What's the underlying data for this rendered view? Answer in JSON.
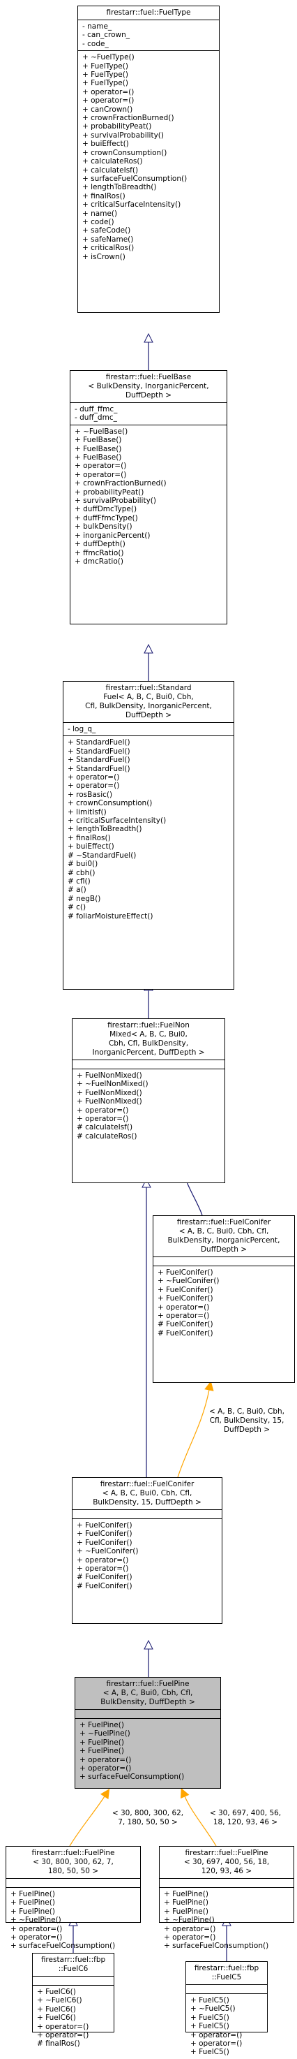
{
  "classes": {
    "fueltype": {
      "title": [
        "firestarr::fuel::FuelType"
      ],
      "attrs": [
        "- name_",
        "- can_crown_",
        "- code_"
      ],
      "methods": [
        "+ ~FuelType()",
        "+ FuelType()",
        "+ FuelType()",
        "+ FuelType()",
        "+ operator=()",
        "+ operator=()",
        "+ canCrown()",
        "+ crownFractionBurned()",
        "+ probabilityPeat()",
        "+ survivalProbability()",
        "+ buiEffect()",
        "+ crownConsumption()",
        "+ calculateRos()",
        "+ calculateIsf()",
        "+ surfaceFuelConsumption()",
        "+ lengthToBreadth()",
        "+ finalRos()",
        "+ criticalSurfaceIntensity()",
        "+ name()",
        "+ code()",
        "+ safeCode()",
        "+ safeName()",
        "+ criticalRos()",
        "+ isCrown()"
      ]
    },
    "fuelbase": {
      "title": [
        "firestarr::fuel::FuelBase",
        "< BulkDensity, InorganicPercent,",
        "DuffDepth >"
      ],
      "attrs": [
        "- duff_ffmc_",
        "- duff_dmc_"
      ],
      "methods": [
        "+ ~FuelBase()",
        "+ FuelBase()",
        "+ FuelBase()",
        "+ FuelBase()",
        "+ operator=()",
        "+ operator=()",
        "+ crownFractionBurned()",
        "+ probabilityPeat()",
        "+ survivalProbability()",
        "+ duffDmcType()",
        "+ duffFfmcType()",
        "+ bulkDensity()",
        "+ inorganicPercent()",
        "+ duffDepth()",
        "+ ffmcRatio()",
        "+ dmcRatio()"
      ]
    },
    "standard": {
      "title": [
        "firestarr::fuel::Standard",
        "Fuel< A, B, C, Bui0, Cbh,",
        "Cfl, BulkDensity, InorganicPercent,",
        "DuffDepth >"
      ],
      "attrs": [
        "- log_q_"
      ],
      "methods": [
        "+ StandardFuel()",
        "+ StandardFuel()",
        "+ StandardFuel()",
        "+ StandardFuel()",
        "+ operator=()",
        "+ operator=()",
        "+ rosBasic()",
        "+ crownConsumption()",
        "+ limitIsf()",
        "+ criticalSurfaceIntensity()",
        "+ lengthToBreadth()",
        "+ finalRos()",
        "+ buiEffect()",
        "# ~StandardFuel()",
        "# bui0()",
        "# cbh()",
        "# cfl()",
        "# a()",
        "# negB()",
        "# c()",
        "# foliarMoistureEffect()"
      ]
    },
    "nonmixed": {
      "title": [
        "firestarr::fuel::FuelNon",
        "Mixed< A, B, C, Bui0,",
        "Cbh, Cfl, BulkDensity,",
        "InorganicPercent, DuffDepth >"
      ],
      "attrs": [],
      "methods": [
        "+ FuelNonMixed()",
        "+ ~FuelNonMixed()",
        "+ FuelNonMixed()",
        "+ FuelNonMixed()",
        "+ operator=()",
        "+ operator=()",
        "# calculateIsf()",
        "# calculateRos()"
      ]
    },
    "conifer_tpl": {
      "title": [
        "firestarr::fuel::FuelConifer",
        "< A, B, C, Bui0, Cbh, Cfl,",
        "BulkDensity, InorganicPercent,",
        "DuffDepth >"
      ],
      "attrs": [],
      "methods": [
        "+ FuelConifer()",
        "+ ~FuelConifer()",
        "+ FuelConifer()",
        "+ FuelConifer()",
        "+ operator=()",
        "+ operator=()",
        "# FuelConifer()",
        "# FuelConifer()"
      ]
    },
    "conifer_15": {
      "title": [
        "firestarr::fuel::FuelConifer",
        "< A, B, C, Bui0, Cbh, Cfl,",
        "BulkDensity, 15, DuffDepth >"
      ],
      "attrs": [],
      "methods": [
        "+ FuelConifer()",
        "+ FuelConifer()",
        "+ FuelConifer()",
        "+ ~FuelConifer()",
        "+ operator=()",
        "+ operator=()",
        "# FuelConifer()",
        "# FuelConifer()"
      ]
    },
    "pine": {
      "title": [
        "firestarr::fuel::FuelPine",
        "< A, B, C, Bui0, Cbh, Cfl,",
        "BulkDensity, DuffDepth >"
      ],
      "attrs": [],
      "methods": [
        "+ FuelPine()",
        "+ ~FuelPine()",
        "+ FuelPine()",
        "+ FuelPine()",
        "+ operator=()",
        "+ operator=()",
        "+ surfaceFuelConsumption()"
      ]
    },
    "pine_c6": {
      "title": [
        "firestarr::fuel::FuelPine",
        "< 30, 800, 300, 62, 7,",
        "180, 50, 50 >"
      ],
      "attrs": [],
      "methods": [
        "+ FuelPine()",
        "+ FuelPine()",
        "+ FuelPine()",
        "+ ~FuelPine()",
        "+ operator=()",
        "+ operator=()",
        "+ surfaceFuelConsumption()"
      ]
    },
    "pine_c5": {
      "title": [
        "firestarr::fuel::FuelPine",
        "< 30, 697, 400, 56, 18,",
        "120, 93, 46 >"
      ],
      "attrs": [],
      "methods": [
        "+ FuelPine()",
        "+ FuelPine()",
        "+ FuelPine()",
        "+ ~FuelPine()",
        "+ operator=()",
        "+ operator=()",
        "+ surfaceFuelConsumption()"
      ]
    },
    "fuelc6": {
      "title": [
        "firestarr::fuel::fbp",
        "::FuelC6"
      ],
      "attrs": [],
      "methods": [
        "+ FuelC6()",
        "+ ~FuelC6()",
        "+ FuelC6()",
        "+ FuelC6()",
        "+ operator=()",
        "+ operator=()",
        "# finalRos()"
      ]
    },
    "fuelc5": {
      "title": [
        "firestarr::fuel::fbp",
        "::FuelC5"
      ],
      "attrs": [],
      "methods": [
        "+ FuelC5()",
        "+ ~FuelC5()",
        "+ FuelC5()",
        "+ FuelC5()",
        "+ operator=()",
        "+ operator=()",
        "+ FuelC5()"
      ]
    }
  },
  "edge_labels": {
    "conifer": [
      "< A, B, C, Bui0, Cbh,",
      "Cfl, BulkDensity, 15,",
      "DuffDepth >"
    ],
    "c6": [
      "< 30, 800, 300, 62,",
      "7, 180, 50, 50 >"
    ],
    "c5": [
      "< 30, 697, 400, 56,",
      "18, 120, 93, 46 >"
    ]
  },
  "colors": {
    "inheritance_edge": "#191970",
    "template_edge": "#ffa500",
    "highlight_box": "#bfbfbf"
  }
}
